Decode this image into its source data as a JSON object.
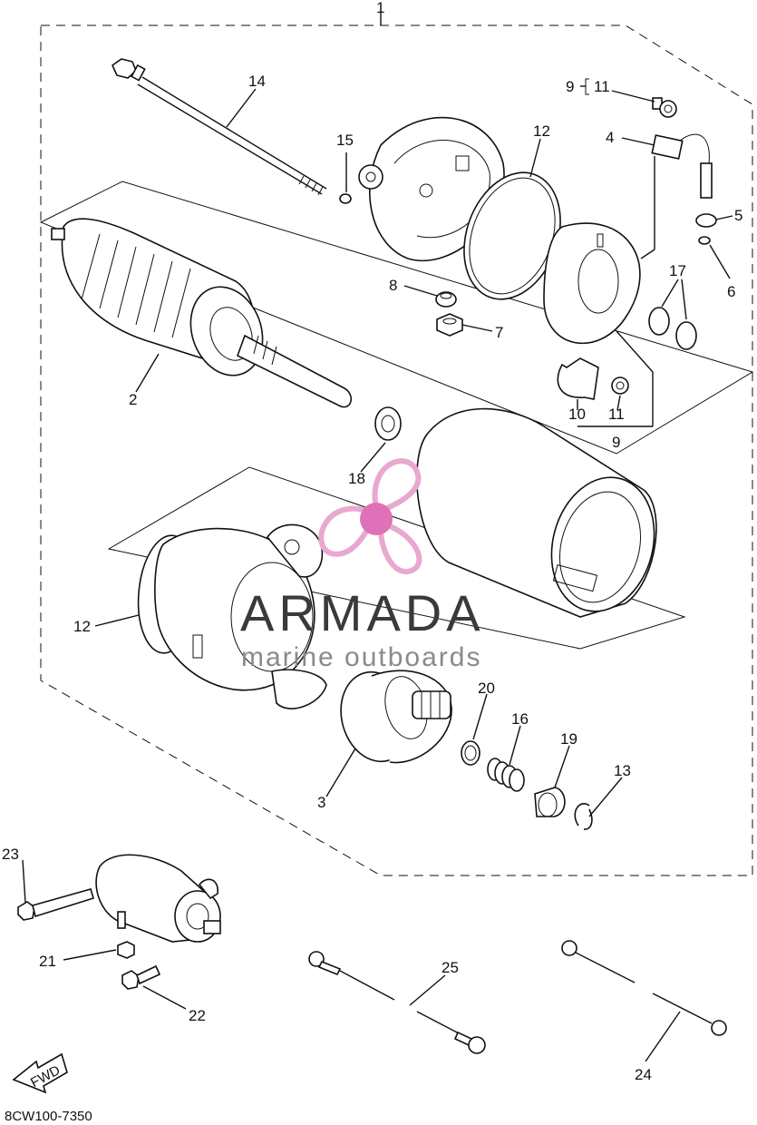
{
  "callouts": {
    "c1": "1",
    "c2": "2",
    "c3": "3",
    "c4": "4",
    "c5": "5",
    "c6": "6",
    "c7": "7",
    "c8": "8",
    "c9a": "9",
    "c9b": "9",
    "c10": "10",
    "c11a": "11",
    "c11b": "11",
    "c12a": "12",
    "c12b": "12",
    "c13": "13",
    "c14": "14",
    "c15": "15",
    "c16": "16",
    "c17": "17",
    "c18": "18",
    "c19": "19",
    "c20": "20",
    "c21": "21",
    "c22": "22",
    "c23": "23",
    "c24": "24",
    "c25": "25"
  },
  "fwd_label": "FWD",
  "drawing_code": "8CW100-7350",
  "watermark": {
    "brand": "ARMADA",
    "tagline": "marine outboards",
    "accent_color": "#e8a8d0",
    "accent_center_color": "#e070b8"
  }
}
